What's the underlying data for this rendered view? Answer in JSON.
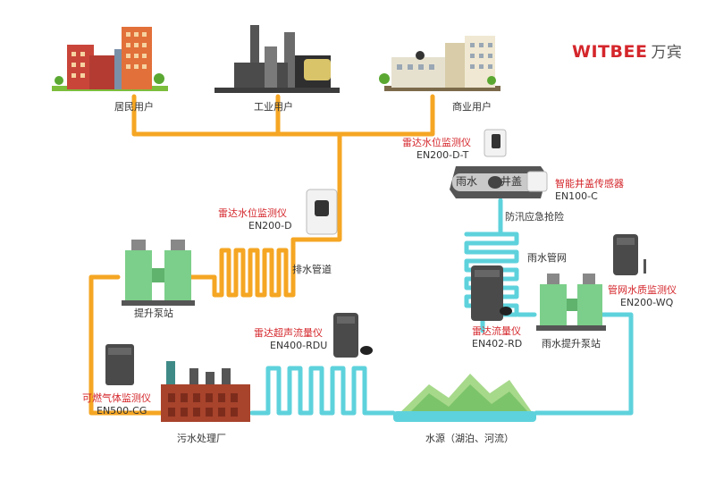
{
  "brand": {
    "name": "WITBEE",
    "cn": "万宾"
  },
  "colors": {
    "sewage_pipe": "#f5a623",
    "rain_pipe": "#5ed2dc",
    "brand_red": "#d4262b",
    "label_red": "#d4262b"
  },
  "users": {
    "residential": "居民用户",
    "industrial": "工业用户",
    "commercial": "商业用户"
  },
  "devices": {
    "radar_level_top": {
      "name": "雷达水位监测仪",
      "model": "EN200-D-T"
    },
    "manhole_sensor": {
      "name": "智能井盖传感器",
      "model": "EN100-C"
    },
    "radar_level_drain": {
      "name": "雷达水位监测仪",
      "model": "EN200-D"
    },
    "water_quality": {
      "name": "管网水质监测仪",
      "model": "EN200-WQ"
    },
    "radar_flow": {
      "name": "雷达流量仪",
      "model": "EN402-RD"
    },
    "ultrasonic_flow": {
      "name": "雷达超声流量仪",
      "model": "EN400-RDU"
    },
    "gas_monitor": {
      "name": "可燃气体监测仪",
      "model": "EN500-CG"
    }
  },
  "labels": {
    "rain_text": "雨水",
    "manhole_text": "井盖",
    "flood_control": "防汛应急抢险",
    "drain_pipe": "排水管道",
    "rain_network": "雨水管网",
    "lift_pump": "提升泵站",
    "rain_lift_pump": "雨水提升泵站",
    "sewage_plant": "污水处理厂",
    "water_source": "水源（湖泊、河流）"
  }
}
